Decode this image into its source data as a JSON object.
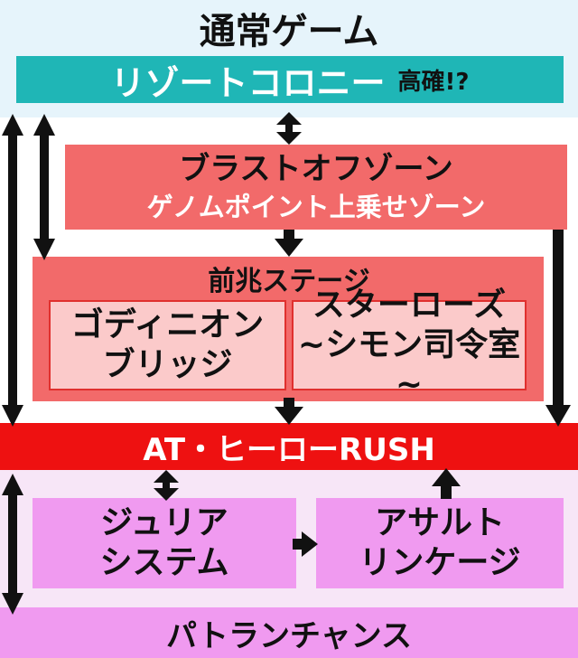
{
  "title": "通常ゲーム",
  "resort": {
    "label": "リゾートコロニー",
    "note": "高確!?"
  },
  "blast": {
    "line1": "ブラストオフゾーン",
    "line2": "ゲノムポイント上乗せゾーン"
  },
  "zencho": {
    "label": "前兆ステージ",
    "stage_a": {
      "line1": "ゴディニオン",
      "line2": "ブリッジ"
    },
    "stage_b": {
      "line1": "スターローズ",
      "line2": "~シモン司令室~"
    }
  },
  "rush": {
    "label": "AT・ヒーローRUSH"
  },
  "juria": {
    "line1": "ジュリア",
    "line2": "システム"
  },
  "assault": {
    "line1": "アサルト",
    "line2": "リンケージ"
  },
  "patran": {
    "label": "パトランチャンス"
  },
  "colors": {
    "teal": "#1fb6b6",
    "salmon": "#f26a6a",
    "pale_red": "#fbcaca",
    "red": "#ee1111",
    "pink": "#f09af0",
    "arrow": "#111111"
  }
}
